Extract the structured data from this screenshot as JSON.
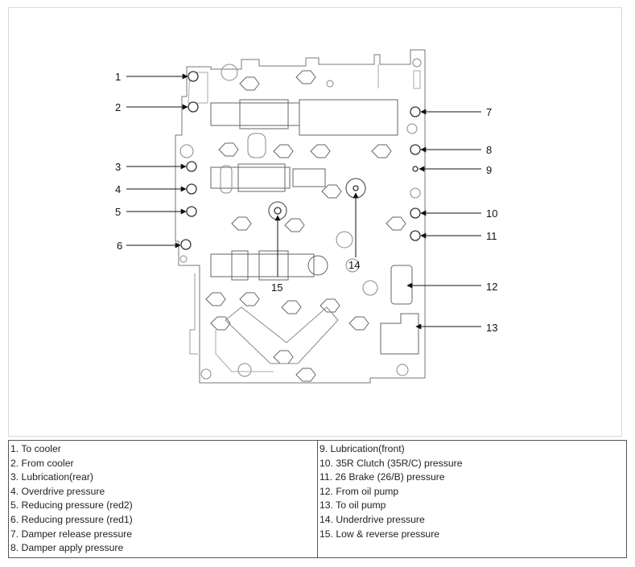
{
  "callouts": {
    "n1": "1",
    "n2": "2",
    "n3": "3",
    "n4": "4",
    "n5": "5",
    "n6": "6",
    "n7": "7",
    "n8": "8",
    "n9": "9",
    "n10": "10",
    "n11": "11",
    "n12": "12",
    "n13": "13",
    "n14": "14",
    "n15": "15"
  },
  "legend": {
    "left": [
      "1. To cooler",
      "2. From cooler",
      "3. Lubrication(rear)",
      "4. Overdrive pressure",
      "5. Reducing pressure (red2)",
      "6. Reducing pressure (red1)",
      "7. Damper release pressure",
      "8. Damper apply pressure"
    ],
    "right": [
      "9. Lubrication(front)",
      "10. 35R Clutch (35R/C) pressure",
      "11. 26 Brake (26/B) pressure",
      "12. From oil pump",
      "13. To oil pump",
      "14. Underdrive pressure",
      "15. Low & reverse pressure"
    ]
  }
}
